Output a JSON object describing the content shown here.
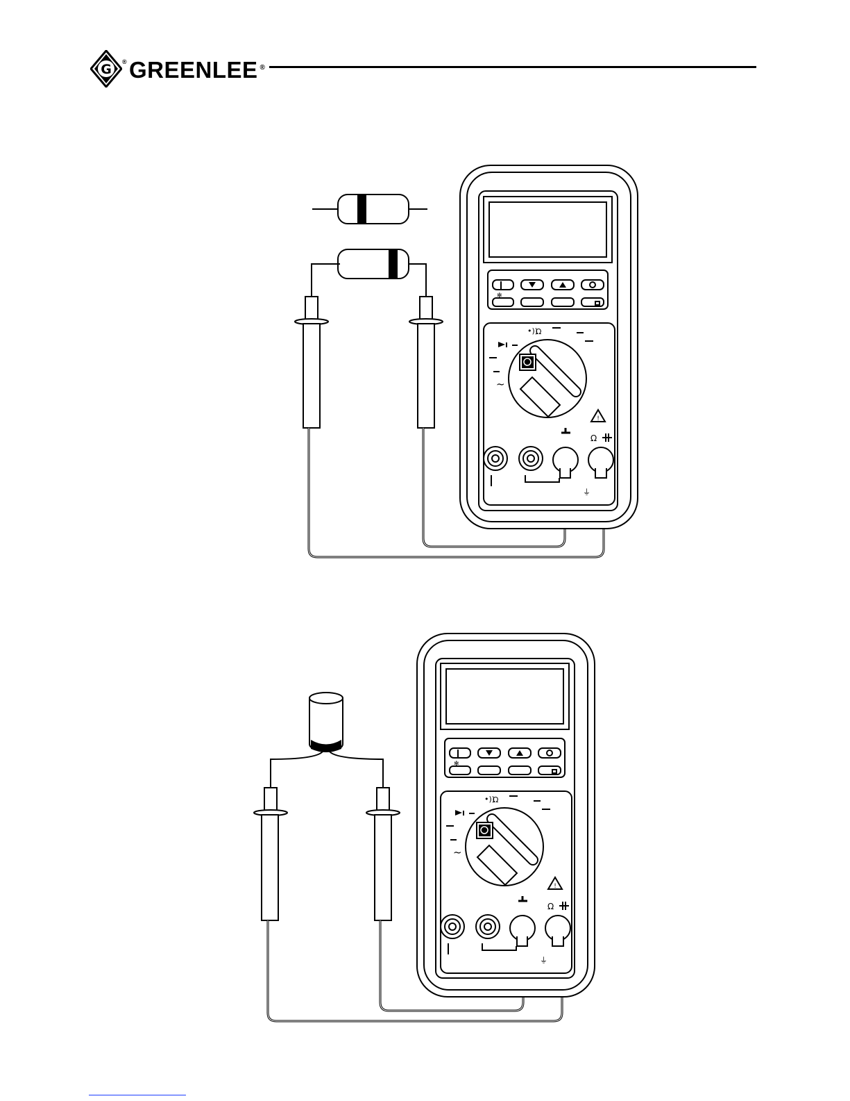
{
  "brand": {
    "name": "GREENLEE",
    "reg_mark": "®",
    "logo_letter": "G"
  },
  "meter_symbols": {
    "ohm": "Ω",
    "continuity": "•))",
    "ac_wave": "~",
    "ground": "⏚",
    "warning": "!",
    "capacitor": "⊣⊢"
  },
  "figures": [
    {
      "component": "diode"
    },
    {
      "component": "capacitor"
    }
  ]
}
